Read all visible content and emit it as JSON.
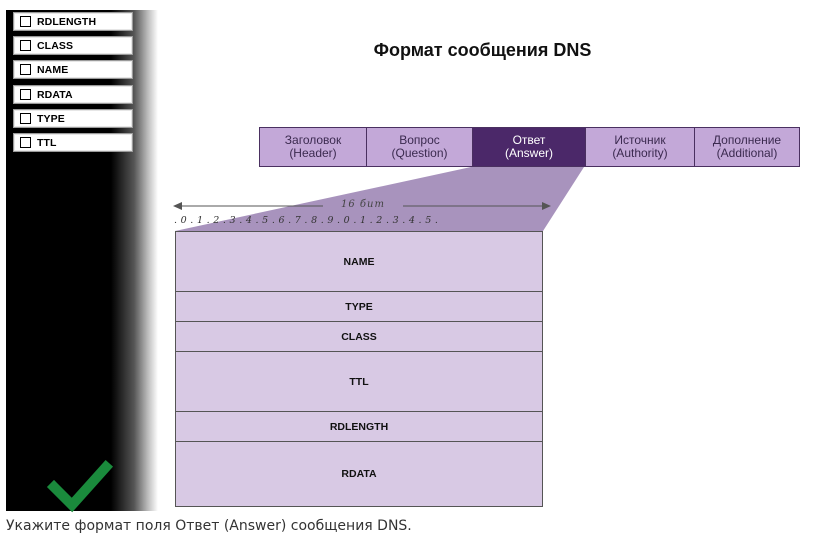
{
  "sidebar": {
    "chips": [
      {
        "label": "RDLENGTH"
      },
      {
        "label": "CLASS"
      },
      {
        "label": "NAME"
      },
      {
        "label": "RDATA"
      },
      {
        "label": "TYPE"
      },
      {
        "label": "TTL"
      }
    ],
    "status_icon": "checkmark-icon",
    "status_color": "#1a8a3c"
  },
  "diagram": {
    "title": "Формат сообщения DNS",
    "tabs": [
      {
        "line1": "Заголовок",
        "line2": "(Header)"
      },
      {
        "line1": "Вопрос",
        "line2": "(Question)"
      },
      {
        "line1": "Ответ",
        "line2": "(Answer)"
      },
      {
        "line1": "Источник",
        "line2": "(Authority)"
      },
      {
        "line1": "Дополнение",
        "line2": "(Additional)"
      }
    ],
    "active_tab": "Ответ",
    "ruler_label": "16 бит",
    "bit_ticks": ". 0 . 1 . 2 . 3 . 4 . 5 . 6 . 7 . 8 . 9 . 0 . 1 . 2 . 3 . 4 . 5 .",
    "fields": [
      {
        "label": "NAME"
      },
      {
        "label": "TYPE"
      },
      {
        "label": "CLASS"
      },
      {
        "label": "TTL"
      },
      {
        "label": "RDLENGTH"
      },
      {
        "label": "RDATA"
      }
    ],
    "colors": {
      "tab": "#c3a8d8",
      "tab_active": "#4b2869",
      "record": "#d8c9e4",
      "connector": "#a893bd"
    }
  },
  "instruction": "Укажите формат поля Ответ (Answer) сообщения DNS."
}
